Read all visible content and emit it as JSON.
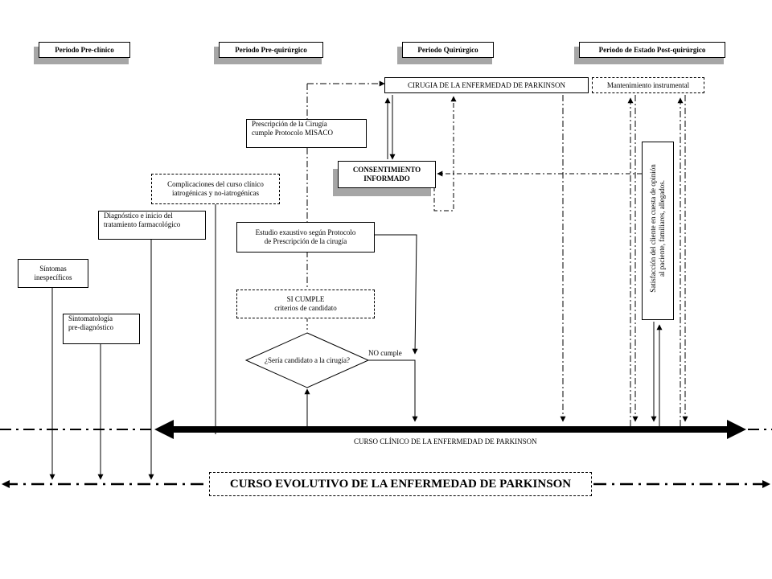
{
  "periods": {
    "pre_clinico": "Periodo Pre-clínico",
    "pre_quirurgico": "Periodo Pre-quirúrgico",
    "quirurgico": "Periodo Quirúrgico",
    "post_quirurgico": "Periodo de Estado Post-quirúrgico"
  },
  "nodes": {
    "cirugia": "CIRUGIA DE LA ENFERMEDAD DE PARKINSON",
    "mantenimiento": "Mantenimiento instrumental",
    "prescripcion_1": "Prescripción de la Cirugía",
    "prescripcion_2": "cumple  Protocolo MISACO",
    "consentimiento_1": "CONSENTIMIENTO",
    "consentimiento_2": "INFORMADO",
    "complicaciones_1": "Complicaciones del curso clínico",
    "complicaciones_2": "iatrogénicas y no-iatrogénicas",
    "diagnostico_1": "Diagnóstico e inicio del",
    "diagnostico_2": "tratamiento farmacológico",
    "estudio_1": "Estudio exaustivo según Protocolo",
    "estudio_2": "de Prescripción de la cirugía",
    "sintomas_1": "Síntomas",
    "sintomas_2": "inespecíficos",
    "sintomatologia_1": "Sintomatología",
    "sintomatologia_2": "pre-diagnóstico",
    "si_cumple_1": "SI CUMPLE",
    "si_cumple_2": "criterios de candidato",
    "decision": "¿Sería candidato a la cirugía?",
    "no_cumple": "NO cumple",
    "satisfaccion_1": "Satisfacción del cliente en cuesta de opinión",
    "satisfaccion_2": "al paciente, familiares, allegados."
  },
  "axes": {
    "curso_clinico": "CURSO CLÍNICO DE LA ENFERMEDAD DE PARKINSON",
    "curso_evolutivo": "CURSO EVOLUTIVO DE LA ENFERMEDAD DE PARKINSON"
  }
}
